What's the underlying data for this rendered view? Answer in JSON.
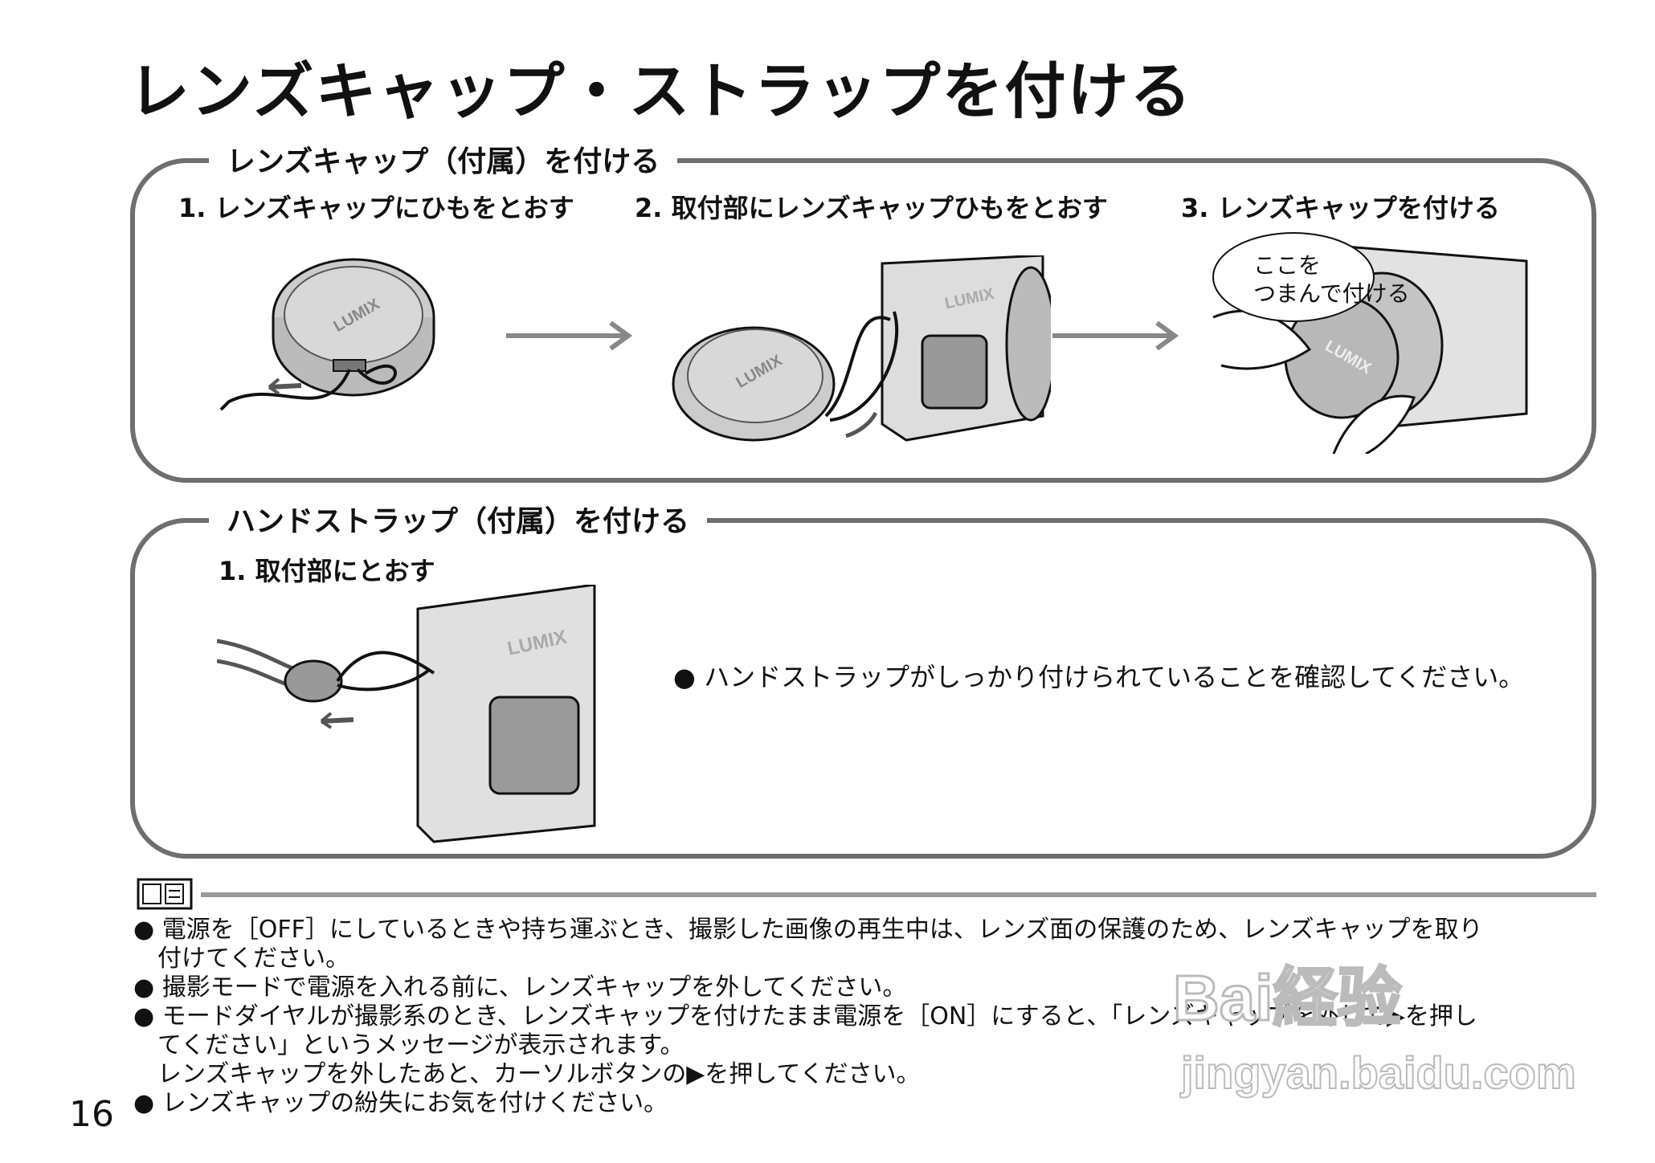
{
  "title": "レンズキャップ・ストラップを付ける",
  "section1": {
    "title": "レンズキャップ（付属）を付ける",
    "steps": [
      "1. レンズキャップにひもをとおす",
      "2. 取付部にレンズキャップひもをとおす",
      "3. レンズキャップを付ける"
    ],
    "callout": [
      "ここを",
      "つまんで付ける"
    ],
    "brand": "LUMIX"
  },
  "section2": {
    "title": "ハンドストラップ（付属）を付ける",
    "step": "1. 取付部にとおす",
    "check": "● ハンドストラップがしっかり付けられていることを確認してください。"
  },
  "notes": [
    "● 電源を［OFF］にしているときや持ち運ぶとき、撮影した画像の再生中は、レンズ面の保護のため、レンズキャップを取り",
    "付けてください。",
    "● 撮影モードで電源を入れる前に、レンズキャップを外してください。",
    "● モードダイヤルが撮影系のとき、レンズキャップを付けたまま電源を［ON］にすると、「レンズキャップを外して▶を押し",
    "てください」というメッセージが表示されます。",
    "レンズキャップを外したあと、カーソルボタンの▶を押してください。",
    "● レンズキャップの紛失にお気を付けください。"
  ],
  "page_number": "16",
  "watermark": {
    "logo": "Bai経验",
    "url": "jingyan.baidu.com"
  },
  "colors": {
    "panel_border": "#6e6e6e",
    "rule": "#9a9a9a",
    "text": "#111111"
  }
}
